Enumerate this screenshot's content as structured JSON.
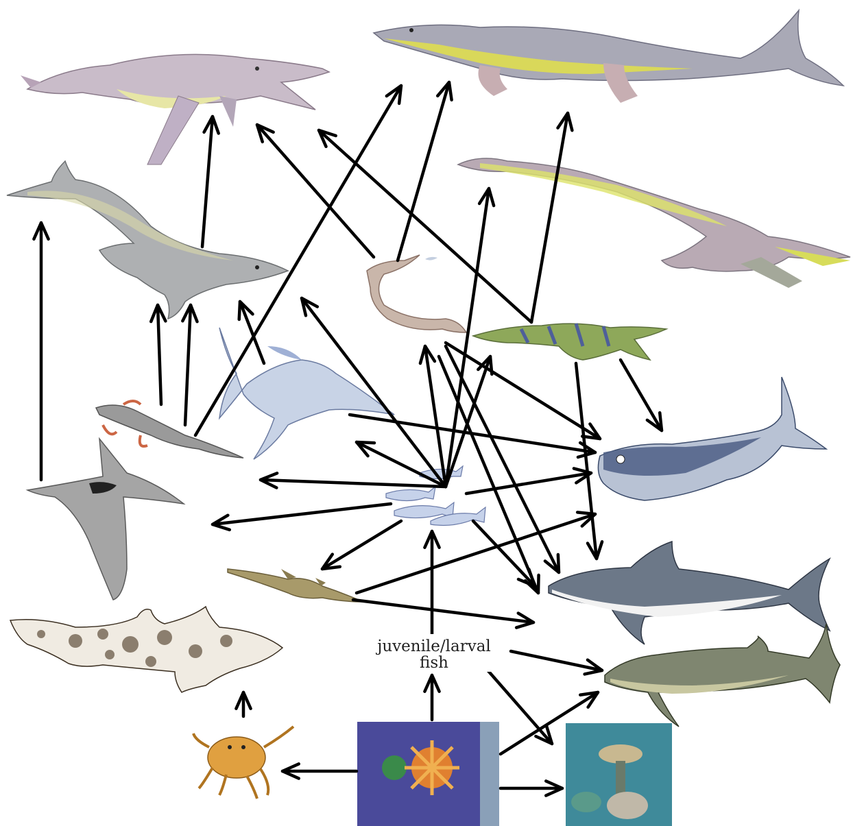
{
  "diagram": {
    "juvenile_label_line1": "juvenile/larval",
    "juvenile_label_line2": "fish"
  },
  "organisms": [
    {
      "id": "large-pliosaur",
      "icon": "pliosaur-illustration"
    },
    {
      "id": "mosasaur",
      "icon": "mosasaur-illustration"
    },
    {
      "id": "plesiosaur",
      "icon": "long-necked-plesiosaur-illustration"
    },
    {
      "id": "ichthyosaur",
      "icon": "ichthyosaur-illustration"
    },
    {
      "id": "gar-fish",
      "icon": "predatory-fish-illustration"
    },
    {
      "id": "small-pliosaur",
      "icon": "small-pliosaur-illustration"
    },
    {
      "id": "swordfish",
      "icon": "swordfish-illustration"
    },
    {
      "id": "marine-reptile-swimmer",
      "icon": "small-marine-reptile-illustration"
    },
    {
      "id": "pterosaur",
      "icon": "pterosaur-illustration"
    },
    {
      "id": "xiphactinus",
      "icon": "large-bony-fish-illustration"
    },
    {
      "id": "school-of-fish",
      "icon": "fish-school-illustration"
    },
    {
      "id": "sawfish",
      "icon": "sawfish-illustration"
    },
    {
      "id": "great-shark",
      "icon": "shark-illustration"
    },
    {
      "id": "spotted-shark",
      "icon": "spotted-shark-illustration"
    },
    {
      "id": "predatory-bony-fish",
      "icon": "bony-fish-illustration"
    },
    {
      "id": "crab",
      "icon": "crab-illustration"
    },
    {
      "id": "plankton",
      "icon": "plankton-photo"
    },
    {
      "id": "coral",
      "icon": "coral-reef-photo"
    }
  ],
  "colors": {
    "background": "#ffffff",
    "arrow": "#000000",
    "plankton_bg": "#4a4a9a",
    "coral_water": "#3f8a9a"
  }
}
